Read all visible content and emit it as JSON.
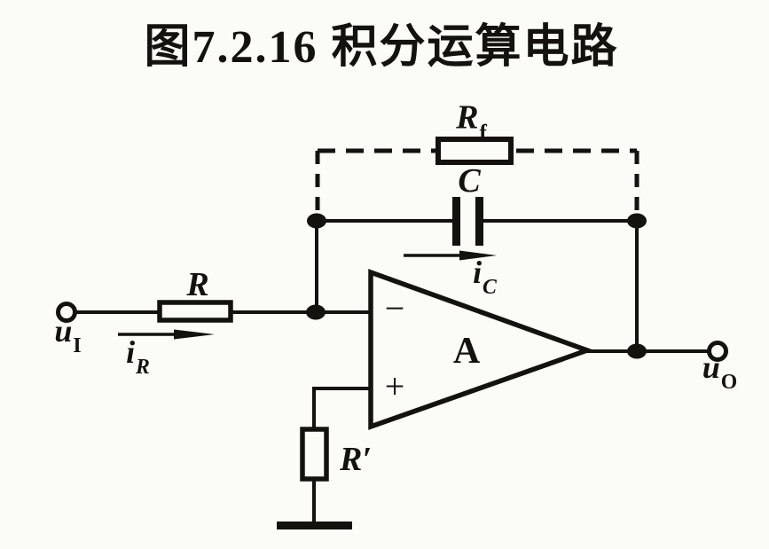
{
  "title": "图7.2.16 积分运算电路",
  "colors": {
    "background": "#fbfbf8",
    "ink": "#14120f"
  },
  "labels": {
    "feedback_resistor": {
      "base": "R",
      "sub": "f"
    },
    "capacitor": "C",
    "capacitor_current": {
      "base": "i",
      "sub": "C"
    },
    "input_resistor": "R",
    "input_current": {
      "base": "i",
      "sub": "R"
    },
    "input_voltage": {
      "base": "u",
      "sub": "I"
    },
    "output_voltage": {
      "base": "u",
      "sub": "O"
    },
    "balance_resistor": "R′",
    "opamp_gain": "A",
    "inverting_input": "−",
    "noninverting_input": "+"
  }
}
